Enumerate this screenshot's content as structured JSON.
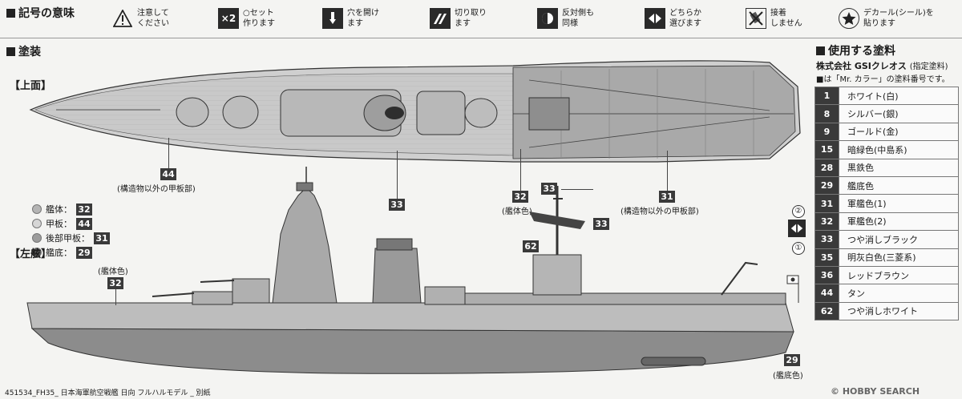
{
  "symbols": {
    "title": "記号の意味",
    "items": [
      {
        "icon": "caution-icon",
        "line1": "注意して",
        "line2": "ください"
      },
      {
        "icon": "times-two-icon",
        "glyph": "×2",
        "line1": "○セット",
        "line2": "作ります"
      },
      {
        "icon": "drill-hole-icon",
        "line1": "穴を開け",
        "line2": "ます"
      },
      {
        "icon": "cut-off-icon",
        "line1": "切り取り",
        "line2": "ます"
      },
      {
        "icon": "opposite-side-icon",
        "line1": "反対側も",
        "line2": "同様"
      },
      {
        "icon": "choose-either-icon",
        "line1": "どちらか",
        "line2": "選びます"
      },
      {
        "icon": "no-glue-icon",
        "line1": "接着",
        "line2": "しません"
      },
      {
        "icon": "decal-icon",
        "line1": "デカール(シール)を",
        "line2": "貼ります"
      }
    ]
  },
  "painting": {
    "title": "塗装",
    "top_view_label": "【上面】",
    "side_view_label": "【左舷】",
    "callouts": {
      "deck_other": {
        "num": "44",
        "text": "(構造物以外の甲板部)"
      },
      "hull_top": {
        "num": "32",
        "text": "(艦体色)"
      },
      "bridge_num": "33",
      "aft_deck": {
        "num": "31",
        "text": "(構造物以外の甲板部)"
      },
      "mast_num": "33",
      "crane_num": "62",
      "hull_side": {
        "num": "32",
        "text": "(艦体色)"
      },
      "bottom": {
        "num": "29",
        "text": "(艦底色)"
      },
      "opt1": "①",
      "opt2": "②"
    },
    "swatches": [
      {
        "label": "艦体：",
        "num": "32",
        "color": "#b4b4b4"
      },
      {
        "label": "甲板：",
        "num": "44",
        "color": "#d6d6d6"
      },
      {
        "label": "後部甲板：",
        "num": "31",
        "color": "#9c9c9c"
      },
      {
        "label": "艦底：",
        "num": "29",
        "color": "#555555"
      }
    ]
  },
  "paints": {
    "title": "使用する塗料",
    "brand": "株式会社 GSIクレオス",
    "brand_note": "(指定塗料)",
    "note": "■は「Mr. カラー」の塗料番号です。",
    "rows": [
      {
        "num": "1",
        "name": "ホワイト(白)"
      },
      {
        "num": "8",
        "name": "シルバー(銀)"
      },
      {
        "num": "9",
        "name": "ゴールド(金)"
      },
      {
        "num": "15",
        "name": "暗緑色(中島系)"
      },
      {
        "num": "28",
        "name": "黒鉄色"
      },
      {
        "num": "29",
        "name": "艦底色"
      },
      {
        "num": "31",
        "name": "軍艦色(1)"
      },
      {
        "num": "32",
        "name": "軍艦色(2)"
      },
      {
        "num": "33",
        "name": "つや消しブラック"
      },
      {
        "num": "35",
        "name": "明灰白色(三菱系)"
      },
      {
        "num": "36",
        "name": "レッドブラウン"
      },
      {
        "num": "44",
        "name": "タン"
      },
      {
        "num": "62",
        "name": "つや消しホワイト"
      }
    ]
  },
  "footer": {
    "code": "451534_FH35_ 日本海軍航空戦艦 日向 フルハルモデル _ 別紙",
    "watermark": "© HOBBY SEARCH"
  }
}
